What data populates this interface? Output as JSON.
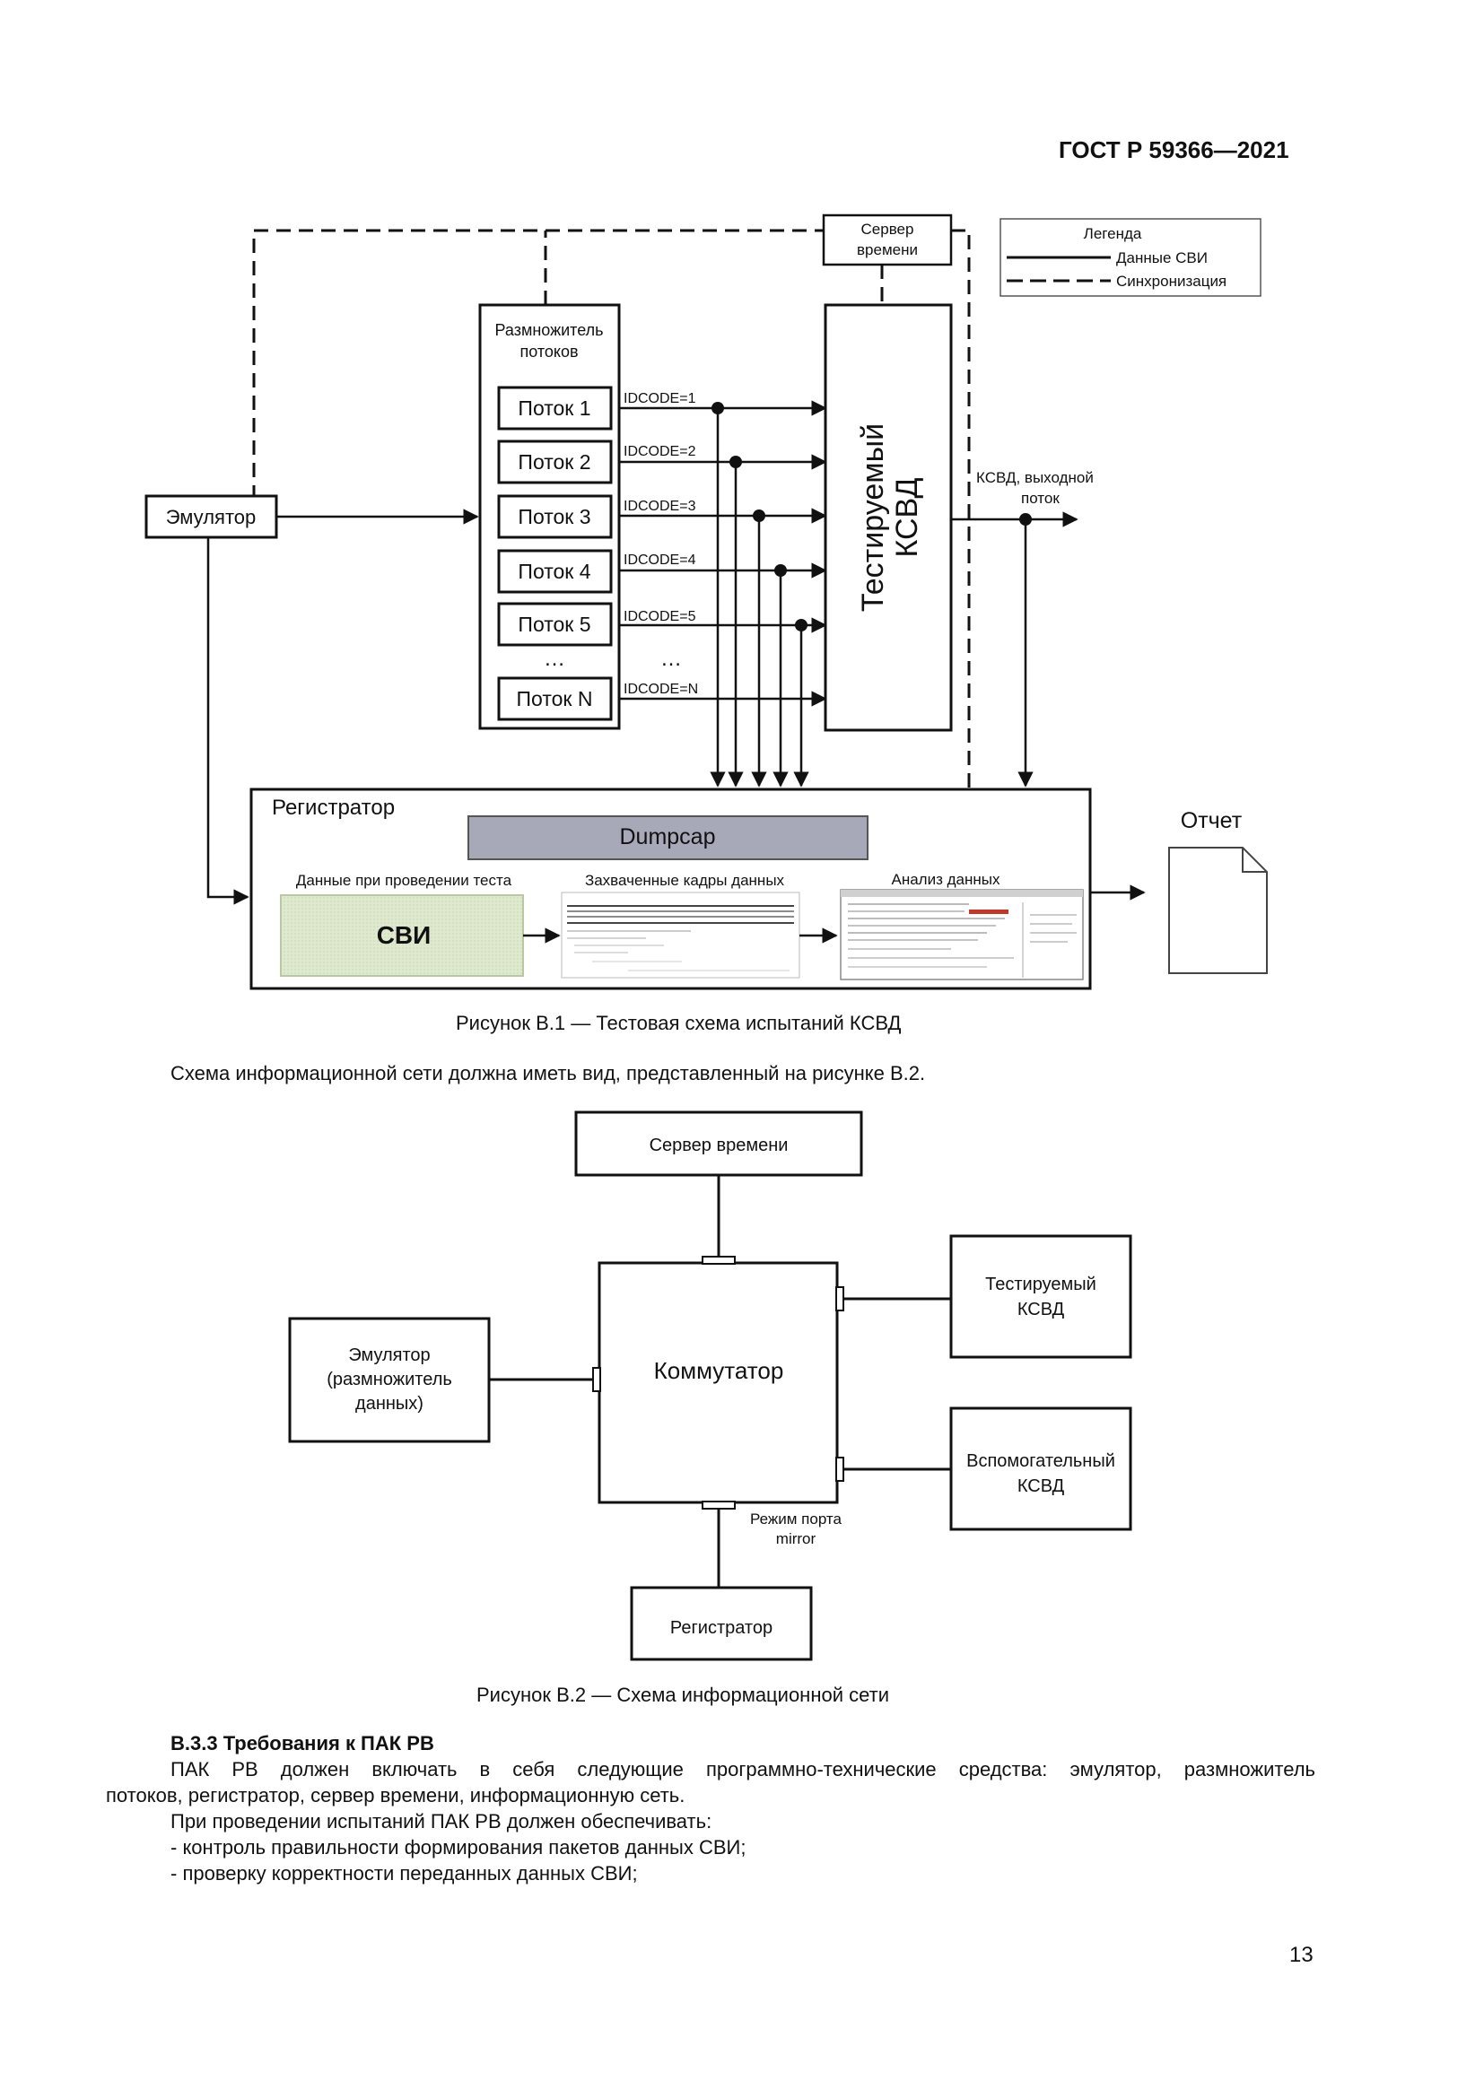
{
  "header": "ГОСТ Р 59366—2021",
  "fig1": {
    "time_server": [
      "Сервер",
      "времени"
    ],
    "legend_title": "Легенда",
    "legend_data": "Данные СВИ",
    "legend_sync": "Синхронизация",
    "multiplier": [
      "Размножитель",
      "потоков"
    ],
    "streams": [
      "Поток 1",
      "Поток 2",
      "Поток 3",
      "Поток 4",
      "Поток 5",
      "Поток N"
    ],
    "dots": "…",
    "idcodes": [
      "IDCODE=1",
      "IDCODE=2",
      "IDCODE=3",
      "IDCODE=4",
      "IDCODE=5",
      "IDCODE=N"
    ],
    "emulator": "Эмулятор",
    "tested": [
      "Тестируемый",
      "КСВД"
    ],
    "output": [
      "КСВД, выходной",
      "поток"
    ],
    "registrar": "Регистратор",
    "dumpcap": "Dumpcap",
    "col1": "Данные при проведении теста",
    "col2": "Захваченные кадры данных",
    "col3": "Анализ данных",
    "svi": "СВИ",
    "report": "Отчет",
    "caption": "Рисунок В.1 — Тестовая схема испытаний КСВД"
  },
  "para1": "Схема информационной сети должна иметь вид, представленный на рисунке В.2.",
  "fig2": {
    "time_server": "Сервер времени",
    "switch": "Коммутатор",
    "tested": [
      "Тестируемый",
      "КСВД"
    ],
    "emulator": [
      "Эмулятор",
      "(размножитель",
      "данных)"
    ],
    "aux": [
      "Вспомогательный",
      "КСВД"
    ],
    "mirror": [
      "Режим порта",
      "mirror"
    ],
    "registrar": "Регистратор",
    "caption": "Рисунок В.2 — Схема информационной сети"
  },
  "section": {
    "heading": "В.3.3 Требования к ПАК РВ",
    "p1_line1": "ПАК РВ должен включать в себя следующие программно-технические средства: эмулятор, размножитель",
    "p1_line2": "потоков, регистратор, сервер времени, информационную сеть.",
    "p2": "При проведении испытаний ПАК РВ должен обеспечивать:",
    "items": [
      "- контроль правильности формирования пакетов данных СВИ;",
      "- проверку корректности переданных данных СВИ;"
    ]
  },
  "page_number": "13"
}
